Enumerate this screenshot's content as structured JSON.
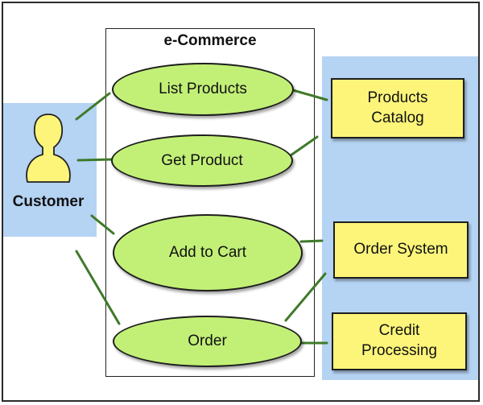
{
  "diagram": {
    "system": {
      "title": "e-Commerce"
    },
    "actor": {
      "name": "Customer",
      "icon": "user-icon"
    },
    "use_cases": [
      {
        "id": "list-products",
        "label": "List Products"
      },
      {
        "id": "get-product",
        "label": "Get Product"
      },
      {
        "id": "add-to-cart",
        "label": "Add to Cart"
      },
      {
        "id": "order",
        "label": "Order"
      }
    ],
    "external_systems": [
      {
        "id": "products-catalog",
        "label": "Products\nCatalog"
      },
      {
        "id": "order-system",
        "label": "Order System"
      },
      {
        "id": "credit-processing",
        "label": "Credit\nProcessing"
      }
    ],
    "colors": {
      "use_case_fill": "#c2f077",
      "system_fill": "#fdf57a",
      "zone_fill": "#b5d3f3",
      "connector": "#3f7a2a"
    }
  }
}
